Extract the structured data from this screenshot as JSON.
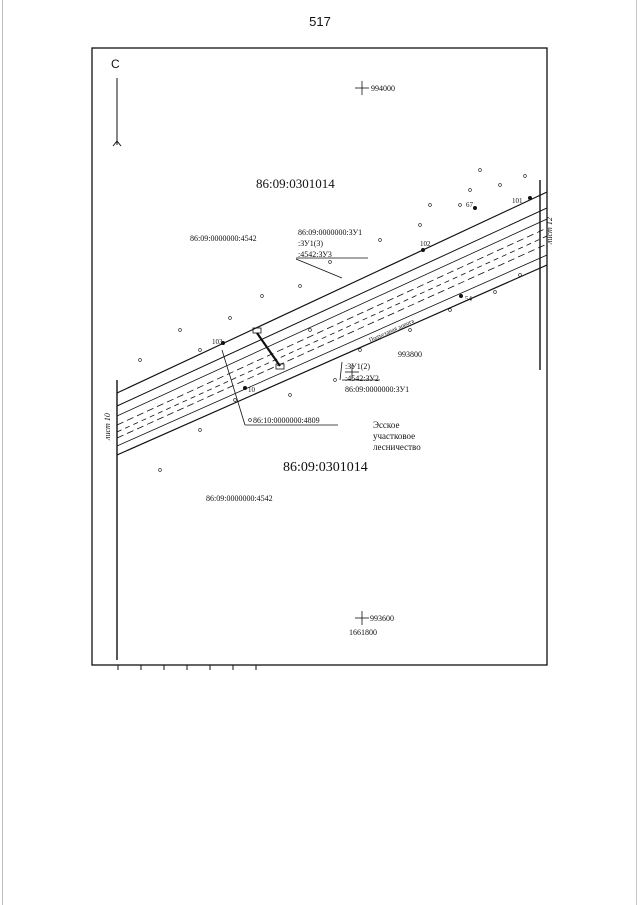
{
  "page_number": "517",
  "north_arrow": {
    "label": "С"
  },
  "sheet_labels": {
    "left": "лист 10",
    "right": "лист 12"
  },
  "grid_marks": {
    "top_north": "994000",
    "middle_north": "993800",
    "bottom_north": "993600",
    "bottom_east": "1661800"
  },
  "quarters": {
    "upper": "86:09:0301014",
    "lower": "86:09:0301014"
  },
  "parcels": {
    "upper_left": "86:09:0000000:4542",
    "upper_block": [
      "86:09:0000000:ЗУ1",
      ":ЗУ1(3)",
      ":4542:ЗУ3"
    ],
    "middle_block": [
      ":ЗУ1(2)",
      ":4542:ЗУ2",
      "86:09:0000000:ЗУ1"
    ],
    "callout": "86:10:0000000:4809",
    "lower_left": "86:09:0000000:4542"
  },
  "forestry": [
    "Эсское",
    "участковое",
    "лесничество"
  ],
  "points": {
    "p67": "67",
    "p101": "101",
    "p102": "102",
    "p103": "103",
    "p54": "54",
    "p10": "10"
  },
  "road_caption": "Подъездная дорога"
}
